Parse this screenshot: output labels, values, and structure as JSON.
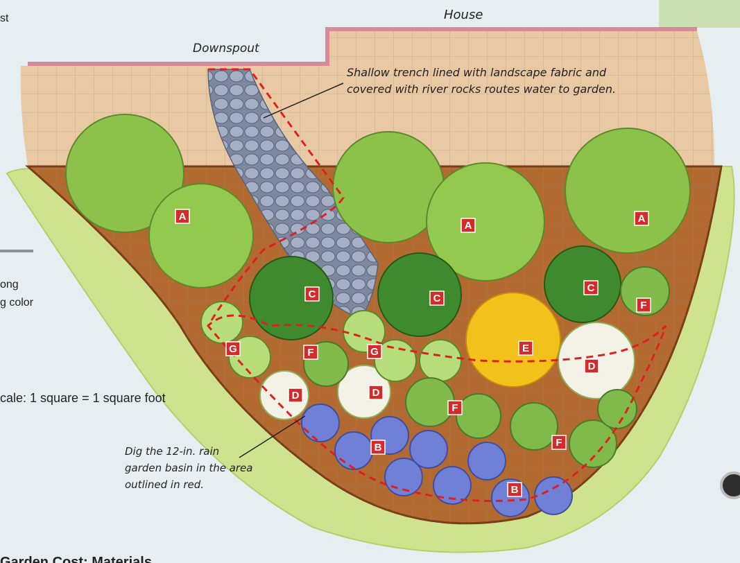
{
  "labels": {
    "house": "House",
    "downspout": "Downspout",
    "trench_note_1": "Shallow trench lined with landscape fabric and",
    "trench_note_2": "covered with river rocks routes water to garden.",
    "basin_note_1": "Dig the 12-in. rain",
    "basin_note_2": "garden basin in the area",
    "basin_note_3": "outlined in red."
  },
  "page_text": {
    "top_left": "st",
    "left_1": "ong",
    "left_2": "g color",
    "scale": "cale: 1 square = 1 square foot",
    "bottom": "Garden Cost: Materials"
  },
  "plant_markers": [
    {
      "letter": "A",
      "name": "marker-a-1"
    },
    {
      "letter": "A",
      "name": "marker-a-2"
    },
    {
      "letter": "A",
      "name": "marker-a-3"
    },
    {
      "letter": "C",
      "name": "marker-c-1"
    },
    {
      "letter": "C",
      "name": "marker-c-2"
    },
    {
      "letter": "C",
      "name": "marker-c-3"
    },
    {
      "letter": "F",
      "name": "marker-f-1"
    },
    {
      "letter": "G",
      "name": "marker-g-1"
    },
    {
      "letter": "F",
      "name": "marker-f-2"
    },
    {
      "letter": "G",
      "name": "marker-g-2"
    },
    {
      "letter": "E",
      "name": "marker-e-1"
    },
    {
      "letter": "D",
      "name": "marker-d-1"
    },
    {
      "letter": "D",
      "name": "marker-d-2"
    },
    {
      "letter": "D",
      "name": "marker-d-3"
    },
    {
      "letter": "F",
      "name": "marker-f-3"
    },
    {
      "letter": "B",
      "name": "marker-b-1"
    },
    {
      "letter": "F",
      "name": "marker-f-4"
    },
    {
      "letter": "B",
      "name": "marker-b-2"
    }
  ],
  "colors": {
    "marker": "#d42a2a",
    "outline": "#e02020",
    "soil": "#b0662e",
    "patio": "#e8c9a5",
    "lawn": "#cbe08a",
    "shrub": "#8cc24a",
    "rock": "#8c97ad",
    "bluebloom": "#6f80d6",
    "yellow": "#f2c21a"
  },
  "legend": {
    "bottom_text": "Garden Cost: Materials"
  }
}
